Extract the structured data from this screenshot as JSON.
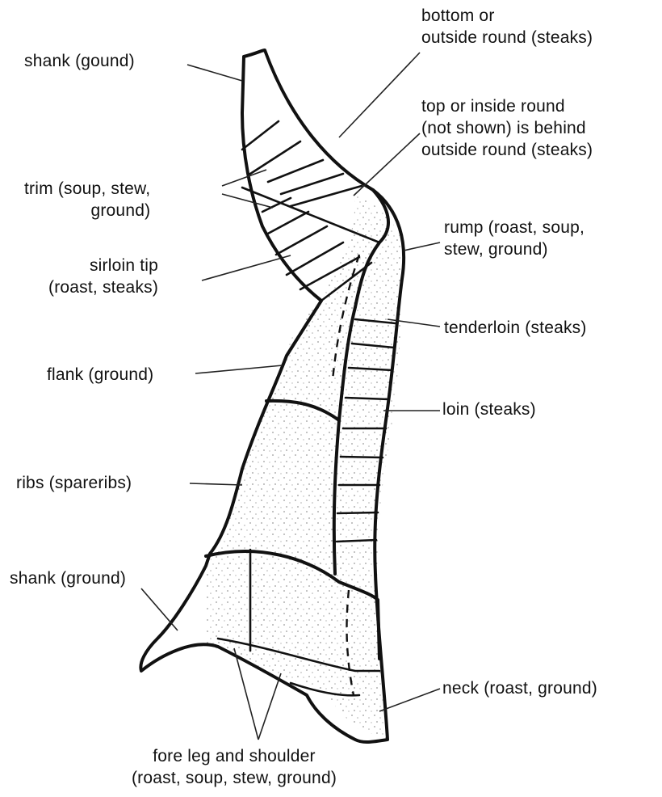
{
  "labels": {
    "shank_hind": "shank (gound)",
    "bottom_round": "bottom or\noutside round (steaks)",
    "top_round": "top or inside round\n(not shown) is behind\noutside round (steaks)",
    "trim": "trim (soup, stew,\nground)",
    "rump": "rump (roast, soup,\nstew, ground)",
    "sirloin_tip": "sirloin tip\n(roast, steaks)",
    "tenderloin": "tenderloin (steaks)",
    "flank": "flank (ground)",
    "loin": "loin (steaks)",
    "ribs": "ribs (spareribs)",
    "shank_fore": "shank (ground)",
    "neck": "neck (roast, ground)",
    "fore_leg": "fore leg and shoulder\n(roast, soup, stew, ground)"
  }
}
